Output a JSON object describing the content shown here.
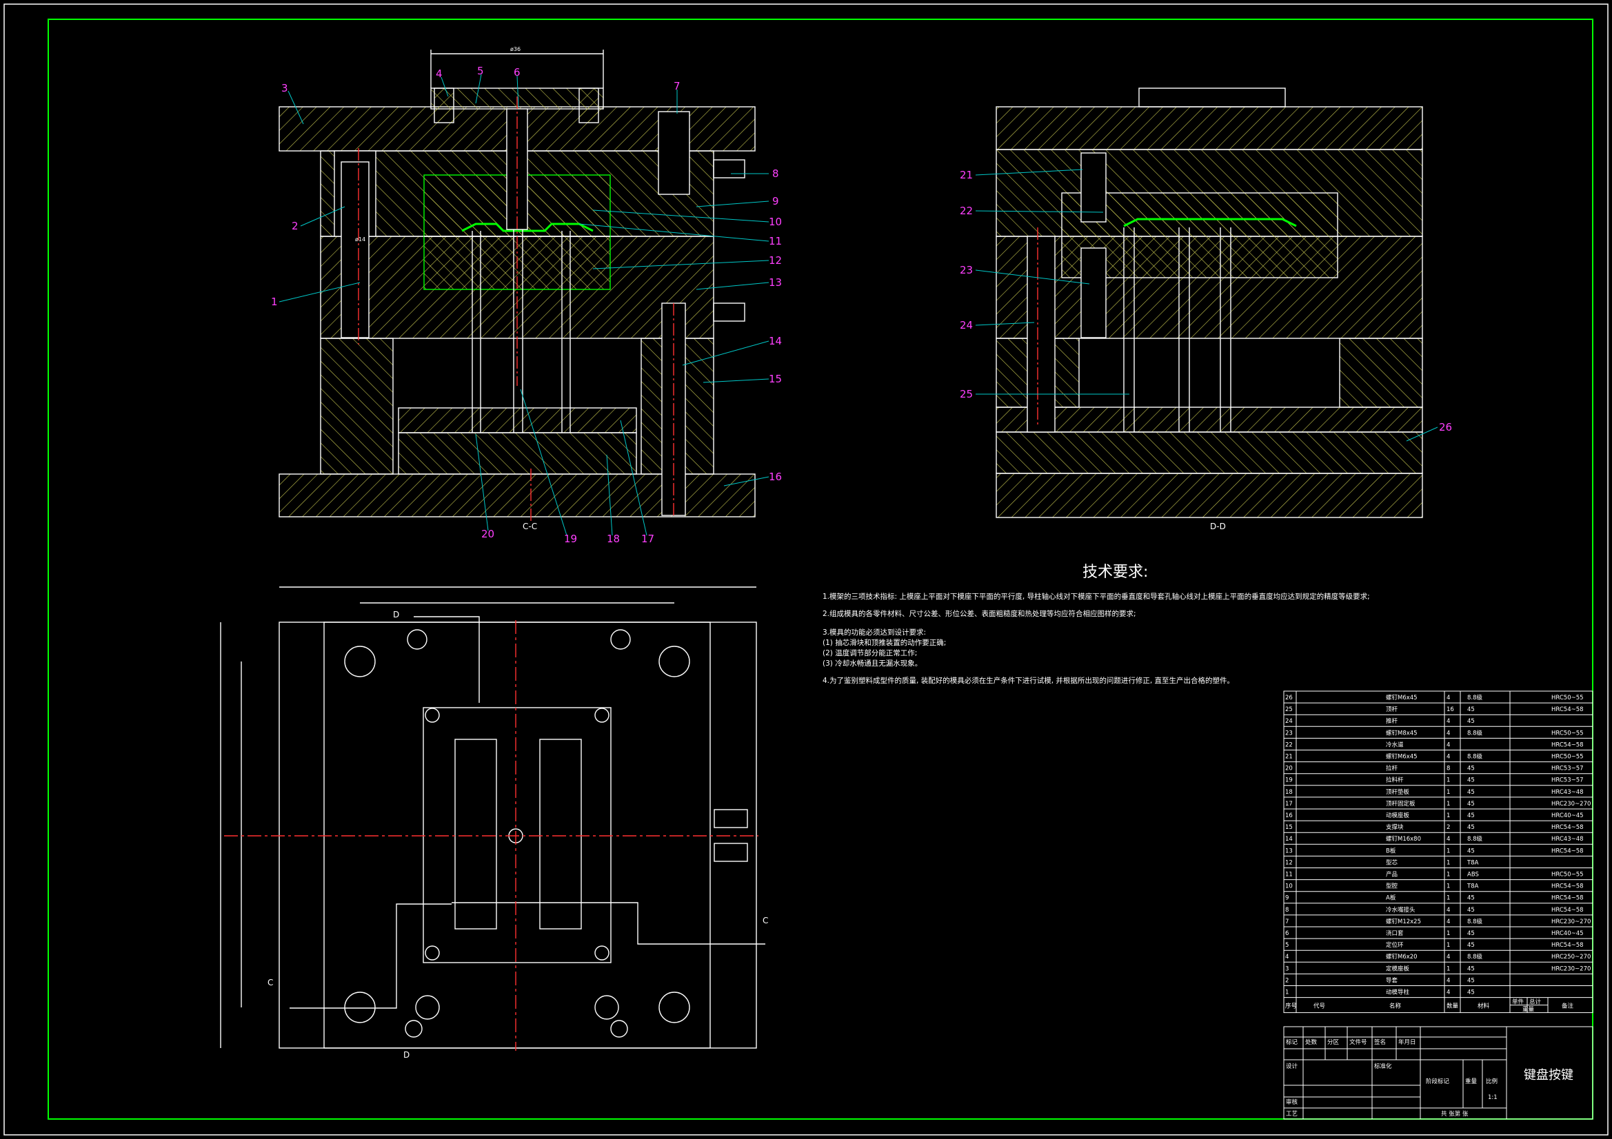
{
  "colors": {
    "background": "#000000",
    "frame": "#00ff00",
    "outline": "#ffffff",
    "hatch": "#c8c850",
    "cavity": "#00ff00",
    "centerline": "#ff3030",
    "leader": "#00c8c8",
    "label": "#ff40ff"
  },
  "view_labels": {
    "section_cc": "C-C",
    "section_dd": "D-D",
    "cut_c": "C",
    "cut_d": "D"
  },
  "dimension_marks": [
    "ø36",
    "ø14"
  ],
  "part_labels_cc": [
    "1",
    "2",
    "3",
    "4",
    "5",
    "6",
    "7",
    "8",
    "9",
    "10",
    "11",
    "12",
    "13",
    "14",
    "15",
    "16",
    "17",
    "18",
    "19",
    "20"
  ],
  "part_labels_dd": [
    "21",
    "22",
    "23",
    "24",
    "25",
    "26"
  ],
  "tech_requirements": {
    "title": "技术要求:",
    "lines": [
      "1.模架的三项技术指标: 上模座上平面对下模座下平面的平行度, 导柱轴心线对下模座下平面的垂直度和导套孔轴心线对上模座上平面的垂直度均应达到规定的精度等级要求;",
      "2.组成模具的各零件材料、尺寸公差、形位公差、表面粗糙度和热处理等均应符合相应图样的要求;",
      "3.模具的功能必须达到设计要求:",
      "(1) 抽芯滑块和顶推装置的动作要正确;",
      "(2) 温度调节部分能正常工作;",
      "(3) 冷却水畅通且无漏水现象。",
      "4.为了鉴别塑料成型件的质量, 装配好的模具必须在生产条件下进行试模, 并根据所出现的问题进行修正, 直至生产出合格的塑件。"
    ]
  },
  "bom": {
    "rows": [
      {
        "no": "26",
        "name": "螺钉M6x45",
        "qty": "4",
        "mat": "8.8级",
        "note": "HRC50~55"
      },
      {
        "no": "25",
        "name": "顶杆",
        "qty": "16",
        "mat": "45",
        "note": "HRC54~58"
      },
      {
        "no": "24",
        "name": "推杆",
        "qty": "4",
        "mat": "45",
        "note": ""
      },
      {
        "no": "23",
        "name": "螺钉M8x45",
        "qty": "4",
        "mat": "8.8级",
        "note": "HRC50~55"
      },
      {
        "no": "22",
        "name": "冷水道",
        "qty": "4",
        "mat": "",
        "note": "HRC54~58"
      },
      {
        "no": "21",
        "name": "螺钉M6x45",
        "qty": "4",
        "mat": "8.8级",
        "note": "HRC50~55"
      },
      {
        "no": "20",
        "name": "拉杆",
        "qty": "8",
        "mat": "45",
        "note": "HRC53~57"
      },
      {
        "no": "19",
        "name": "拉料杆",
        "qty": "1",
        "mat": "45",
        "note": "HRC53~57"
      },
      {
        "no": "18",
        "name": "顶杆垫板",
        "qty": "1",
        "mat": "45",
        "note": "HRC43~48"
      },
      {
        "no": "17",
        "name": "顶杆固定板",
        "qty": "1",
        "mat": "45",
        "note": "HRC230~270"
      },
      {
        "no": "16",
        "name": "动模座板",
        "qty": "1",
        "mat": "45",
        "note": "HRC40~45"
      },
      {
        "no": "15",
        "name": "支撑块",
        "qty": "2",
        "mat": "45",
        "note": "HRC54~58"
      },
      {
        "no": "14",
        "name": "螺钉M16x80",
        "qty": "4",
        "mat": "8.8级",
        "note": "HRC43~48"
      },
      {
        "no": "13",
        "name": "B板",
        "qty": "1",
        "mat": "45",
        "note": "HRC54~58"
      },
      {
        "no": "12",
        "name": "型芯",
        "qty": "1",
        "mat": "T8A",
        "note": ""
      },
      {
        "no": "11",
        "name": "产品",
        "qty": "1",
        "mat": "ABS",
        "note": "HRC50~55"
      },
      {
        "no": "10",
        "name": "型腔",
        "qty": "1",
        "mat": "T8A",
        "note": "HRC54~58"
      },
      {
        "no": "9",
        "name": "A板",
        "qty": "1",
        "mat": "45",
        "note": "HRC54~58"
      },
      {
        "no": "8",
        "name": "冷水嘴接头",
        "qty": "4",
        "mat": "45",
        "note": "HRC54~58"
      },
      {
        "no": "7",
        "name": "螺钉M12x25",
        "qty": "4",
        "mat": "8.8级",
        "note": "HRC230~270"
      },
      {
        "no": "6",
        "name": "浇口套",
        "qty": "1",
        "mat": "45",
        "note": "HRC40~45"
      },
      {
        "no": "5",
        "name": "定位环",
        "qty": "1",
        "mat": "45",
        "note": "HRC54~58"
      },
      {
        "no": "4",
        "name": "螺钉M6x20",
        "qty": "4",
        "mat": "8.8级",
        "note": "HRC250~270"
      },
      {
        "no": "3",
        "name": "定模座板",
        "qty": "1",
        "mat": "45",
        "note": "HRC230~270"
      },
      {
        "no": "2",
        "name": "导套",
        "qty": "4",
        "mat": "45",
        "note": ""
      },
      {
        "no": "1",
        "name": "动模导柱",
        "qty": "4",
        "mat": "45",
        "note": ""
      }
    ],
    "header": [
      "序号",
      "代号",
      "名称",
      "数量",
      "材料",
      "单件",
      "总计",
      "备注"
    ],
    "header_weight": "重量"
  },
  "title_block": {
    "cells": [
      "标记",
      "处数",
      "分区",
      "文件号",
      "签名",
      "年月日",
      "设计",
      "标准化",
      "审核",
      "工艺"
    ],
    "stage_label": "阶段标记",
    "weight_label": "重量",
    "scale_label": "比例",
    "scale_value": "1:1",
    "sheet_label": "共 张第 张",
    "drawing_title": "键盘按键"
  }
}
